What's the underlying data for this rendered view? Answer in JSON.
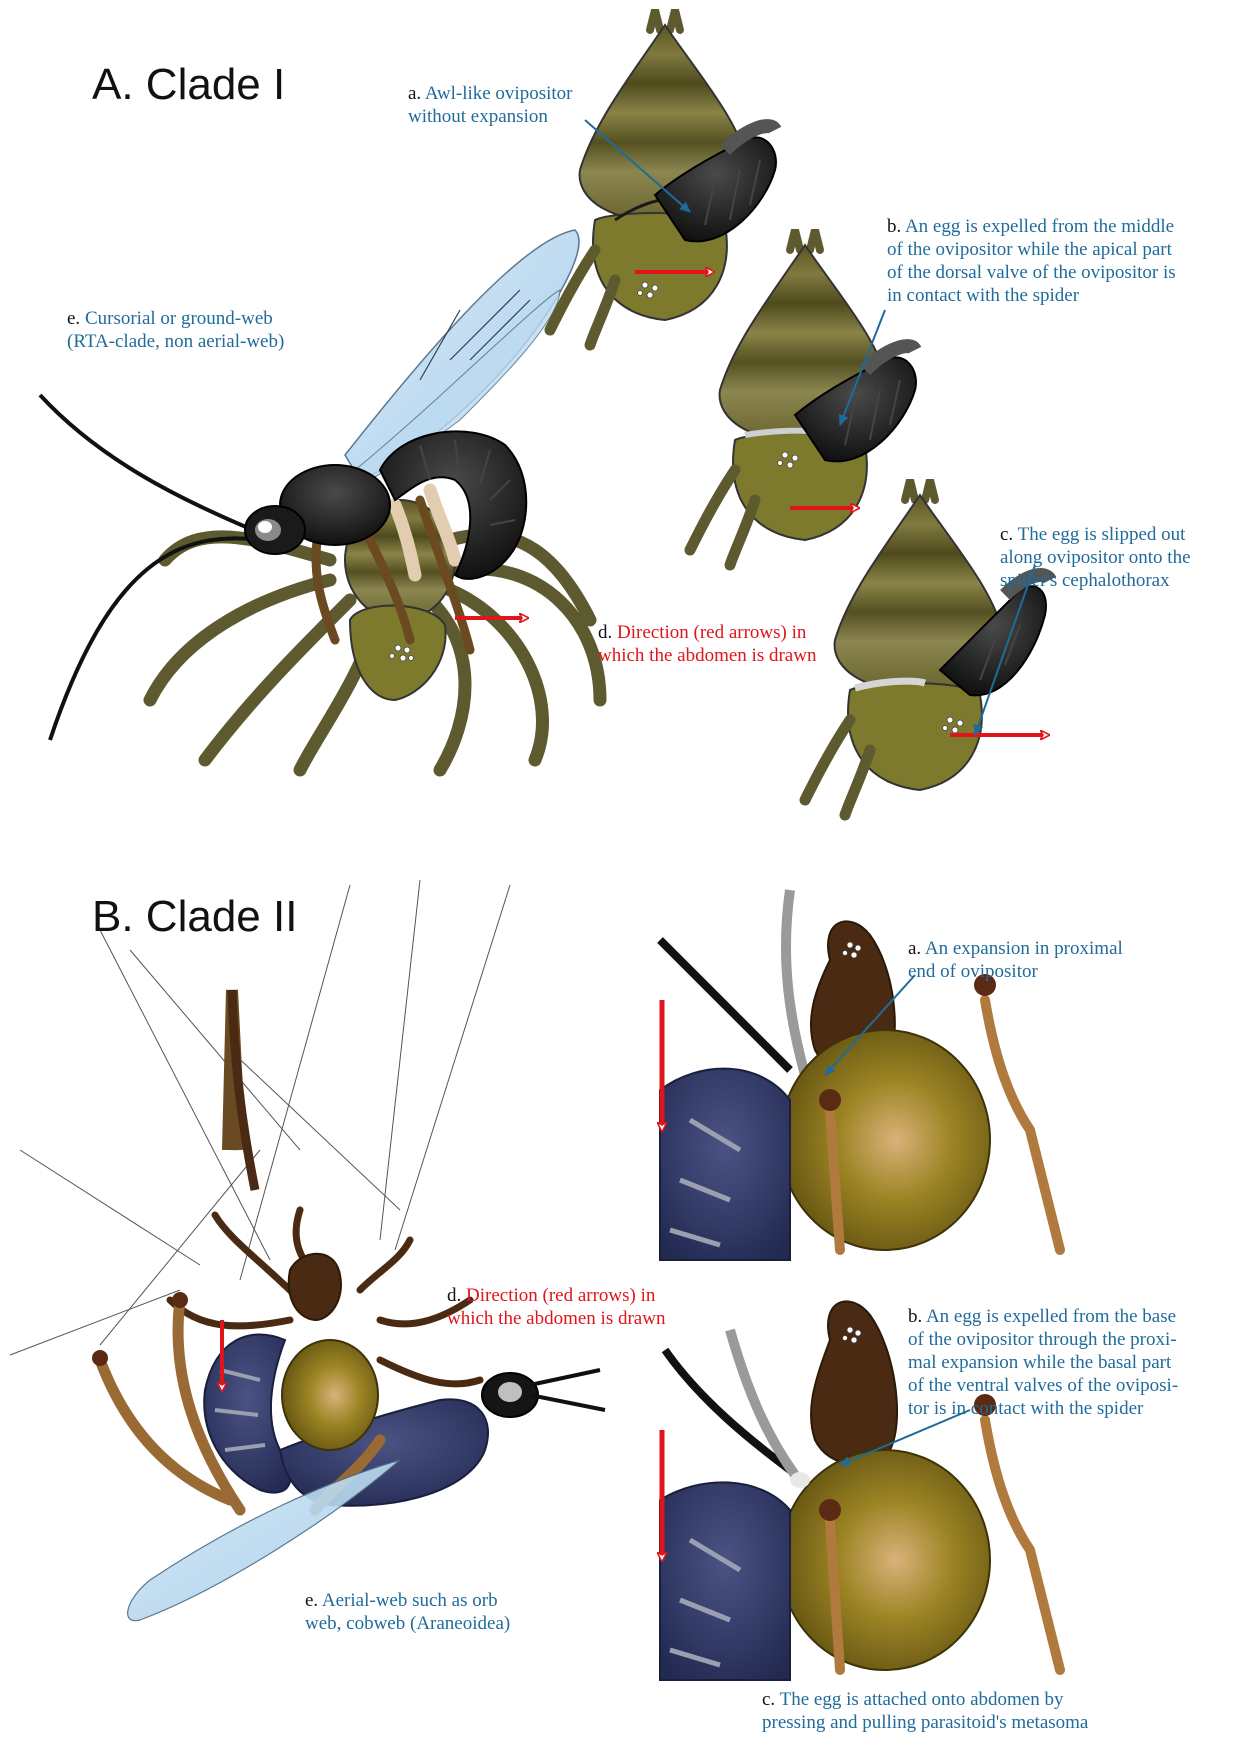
{
  "panel_a": {
    "heading": "A. Clade I",
    "labels": [
      {
        "key": "a.",
        "lines": [
          "Awl-like ovipositor",
          "without expansion"
        ],
        "color": "blue"
      },
      {
        "key": "b.",
        "lines": [
          "An egg is expelled from the middle",
          "of the ovipositor while the apical part",
          "of the dorsal valve of the ovipositor is",
          "in contact with the spider"
        ],
        "color": "blue"
      },
      {
        "key": "c.",
        "lines": [
          "The egg is slipped out",
          "along ovipositor onto the",
          "spider's cephalothorax"
        ],
        "color": "blue"
      },
      {
        "key": "d.",
        "lines": [
          "Direction (red arrows) in",
          "which the abdomen is drawn"
        ],
        "color": "red"
      },
      {
        "key": "e.",
        "lines": [
          "Cursorial or ground-web",
          "(RTA-clade, non aerial-web)"
        ],
        "color": "blue"
      }
    ]
  },
  "panel_b": {
    "heading": "B. Clade II",
    "labels": [
      {
        "key": "a.",
        "lines": [
          "An expansion in proximal",
          "end of ovipositor"
        ],
        "color": "blue"
      },
      {
        "key": "b.",
        "lines": [
          "An egg is expelled from the base",
          "of the ovipositor through the proxi-",
          "mal expansion while the basal part",
          "of the ventral valves of the oviposi-",
          "tor is in contact with the spider"
        ],
        "color": "blue"
      },
      {
        "key": "c.",
        "lines": [
          "The egg is attached onto abdomen by",
          "pressing and pulling parasitoid's metasoma"
        ],
        "color": "blue"
      },
      {
        "key": "d.",
        "lines": [
          "Direction (red arrows) in",
          "which the abdomen is drawn"
        ],
        "color": "red"
      },
      {
        "key": "e.",
        "lines": [
          "Aerial-web such as orb",
          "web, cobweb (Araneoidea)"
        ],
        "color": "blue"
      }
    ]
  },
  "colors": {
    "label_blue": "#1f6b9a",
    "label_red": "#e0141b",
    "wasp_black": "#151515",
    "wasp_navy": "#2c3566",
    "spider_olive": "#6f6a2a",
    "spider_brown": "#4a2a12",
    "abdomen_gold": "#8a7418"
  }
}
